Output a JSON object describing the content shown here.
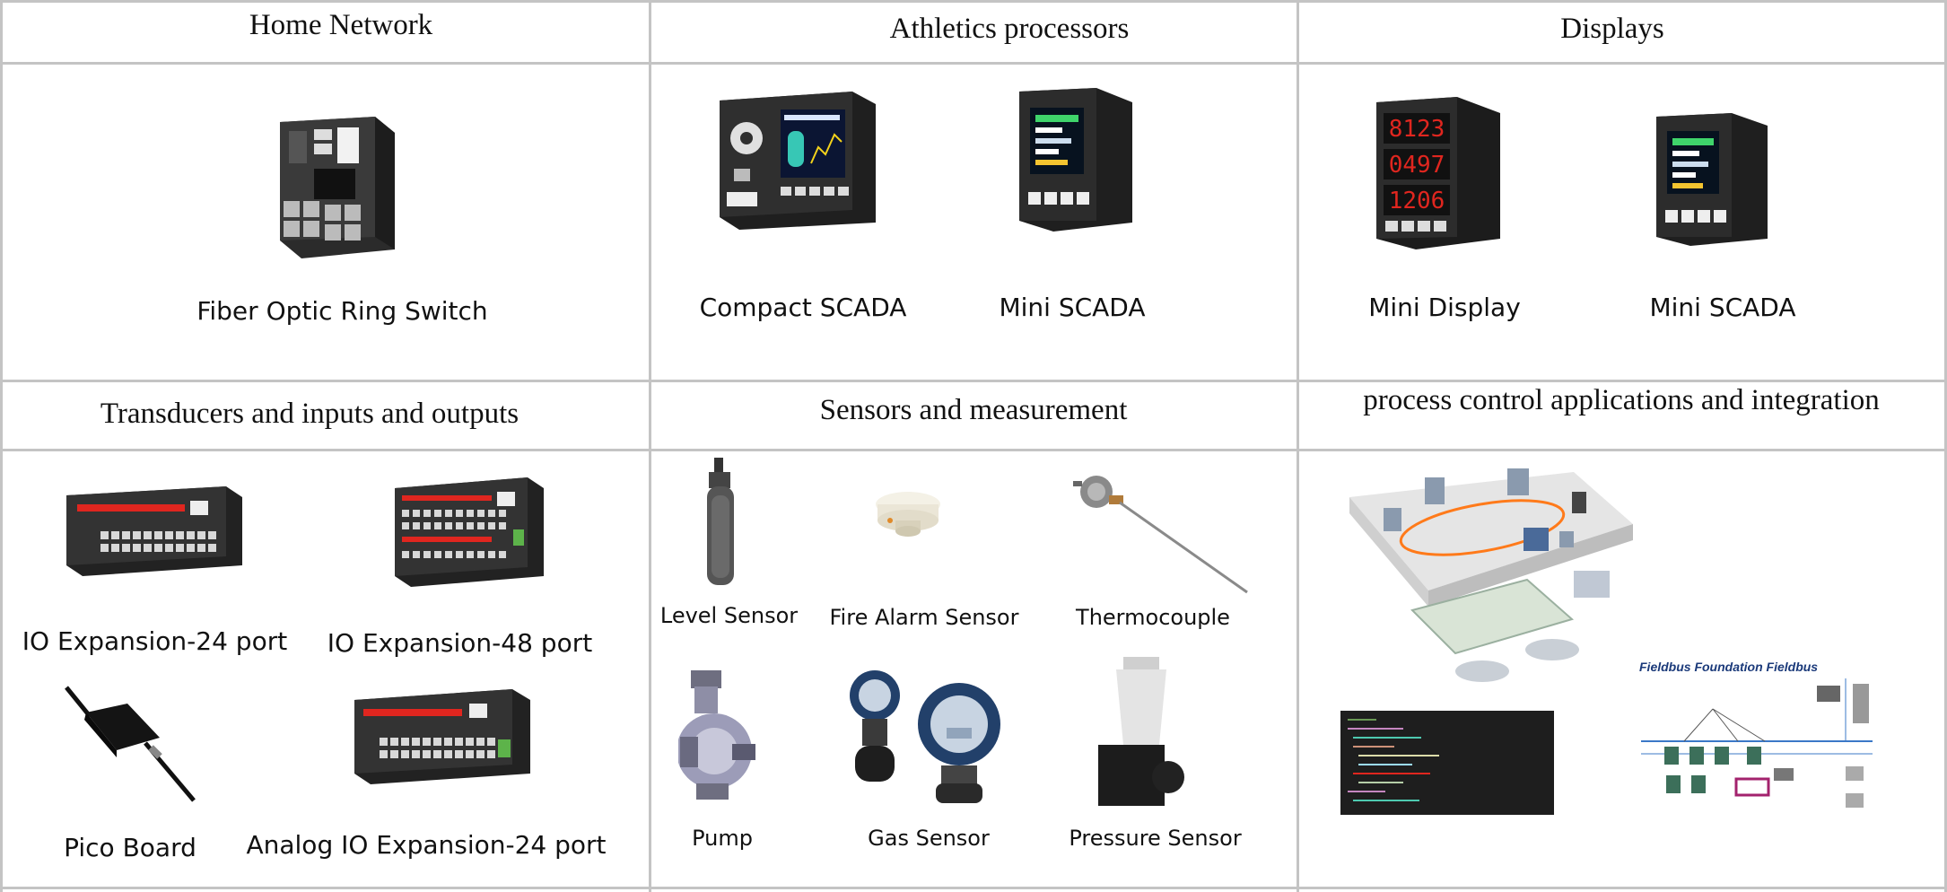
{
  "headers": {
    "home_network": "Home Network",
    "athletics_processors": "Athletics processors",
    "displays": "Displays",
    "transducers": "Transducers and inputs and outputs",
    "sensors": "Sensors and measurement",
    "process_control": "process control applications and integration"
  },
  "products": {
    "fiber_switch": "Fiber Optic Ring Switch",
    "compact_scada": "Compact SCADA",
    "mini_scada": "Mini SCADA",
    "mini_display": "Mini Display",
    "mini_scada_2": "Mini SCADA",
    "io_24": "IO Expansion-24 port",
    "io_48": "IO Expansion-48 port",
    "pico_board": "Pico Board",
    "analog_io_24": "Analog IO Expansion-24 port",
    "level_sensor": "Level Sensor",
    "fire_alarm_sensor": "Fire Alarm Sensor",
    "thermocouple": "Thermocouple",
    "pump": "Pump",
    "gas_sensor": "Gas Sensor",
    "pressure_sensor": "Pressure Sensor"
  },
  "display_readings": [
    "8123",
    "0497",
    "1206"
  ],
  "diagram": {
    "fieldbus_title": "Fieldbus Foundation Fieldbus"
  },
  "colors": {
    "grid_line": "#c4c4c4",
    "device_body": "#2b2b2b",
    "led_red": "#e0261f",
    "screen_green": "#3fd46b",
    "ring_orange": "#ff7a1a"
  }
}
